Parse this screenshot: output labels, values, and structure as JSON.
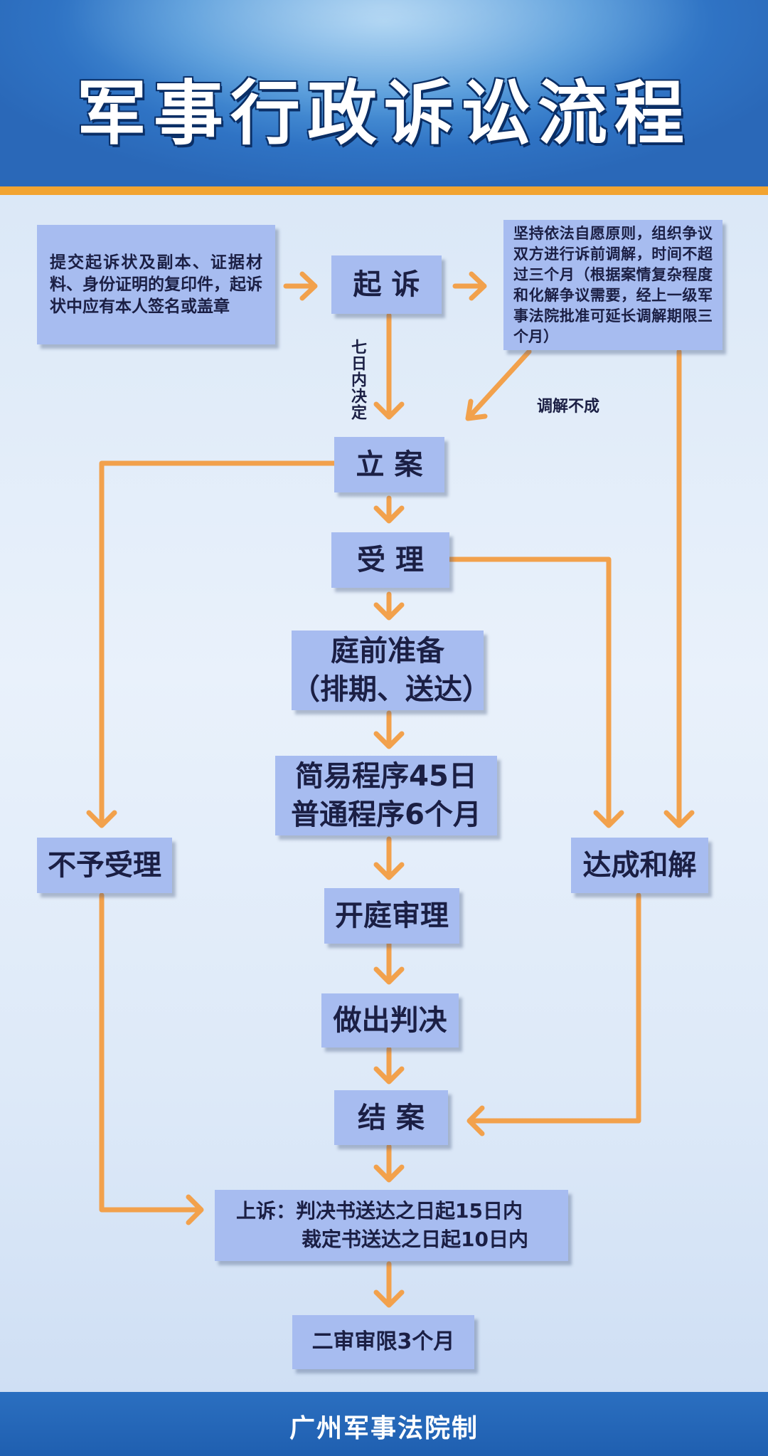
{
  "title": "军事行政诉讼流程",
  "footer": "广州军事法院制",
  "nodes": {
    "materials": "提交起诉状及副本、证据材料、身份证明的复印件，起诉状中应有本人签名或盖章",
    "sue": "起 诉",
    "mediation": "坚持依法自愿原则，组织争议双方进行诉前调解，时间不超过三个月（根据案情复杂程度和化解争议需要，经上一级军事法院批准可延长调解期限三个月）",
    "file_case": "立 案",
    "accept": "受 理",
    "pretrial_line1": "庭前准备",
    "pretrial_line2": "（排期、送达）",
    "procedure_line1": "简易程序45日",
    "procedure_line2": "普通程序6个月",
    "reject": "不予受理",
    "settlement": "达成和解",
    "trial": "开庭审理",
    "judgment": "做出判决",
    "close_case": "结 案",
    "appeal_line1": "上诉：判决书送达之日起15日内",
    "appeal_line2": "裁定书送达之日起10日内",
    "second_instance": "二审审限3个月"
  },
  "notes": {
    "seven_days": "七日内决定",
    "mediation_failed": "调解不成"
  },
  "colors": {
    "arrow": "#f2a14c",
    "box": "#a7bcf0",
    "header": "#2f73c4",
    "stripe": "#f2a431",
    "footer": "#2b6fc0"
  }
}
